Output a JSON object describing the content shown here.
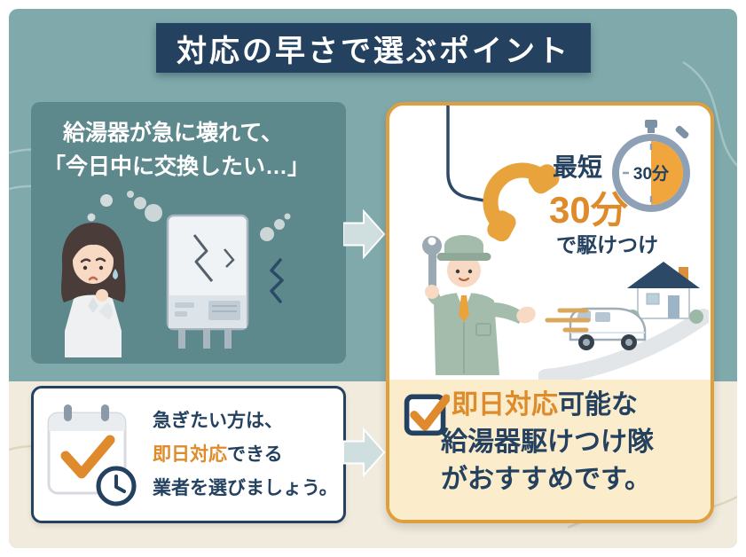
{
  "title": "対応の早さで選ぶポイント",
  "problem": {
    "line1": "給湯器が急に壊れて、",
    "line2": "「今日中に交換したい…」"
  },
  "speed": {
    "prefix": "最短",
    "minutes": "30分",
    "suffix": "で駆けつけ",
    "stopwatch_label": "30分"
  },
  "recommend": {
    "highlight": "即日対応",
    "line1_rest": "可能な",
    "line2": "給湯器駆けつけ隊",
    "line3": "がおすすめです。"
  },
  "advice": {
    "line1": "急ぎたい方は、",
    "highlight": "即日対応",
    "line2_rest": "できる",
    "line3": "業者を選びましょう。"
  },
  "colors": {
    "navy": "#24415f",
    "orange_text": "#de8b2c",
    "orange_icon": "#e8a33c",
    "teal_bg": "#7fa9ab",
    "panel_teal": "#5d898d",
    "cream_bg": "#f0ebdd",
    "panel_cream": "#fbeccb",
    "border_orange": "#df9f3f",
    "arrow": "#cfdfe0"
  },
  "icons": {
    "phone-icon": "orange telephone handset",
    "stopwatch-icon": "stopwatch with orange half face",
    "arrow-right-icon": "light chevron arrow",
    "checkbox-check-icon": "navy checkbox with orange check",
    "calendar-check-icon": "calendar with orange check and clock",
    "water-heater-illustration": "broken water heater with cracks and smoke",
    "woman-illustration": "worried woman",
    "worker-illustration": "service worker with wrench",
    "service-van-icon": "white delivery van",
    "house-icon": "house with navy roof"
  }
}
